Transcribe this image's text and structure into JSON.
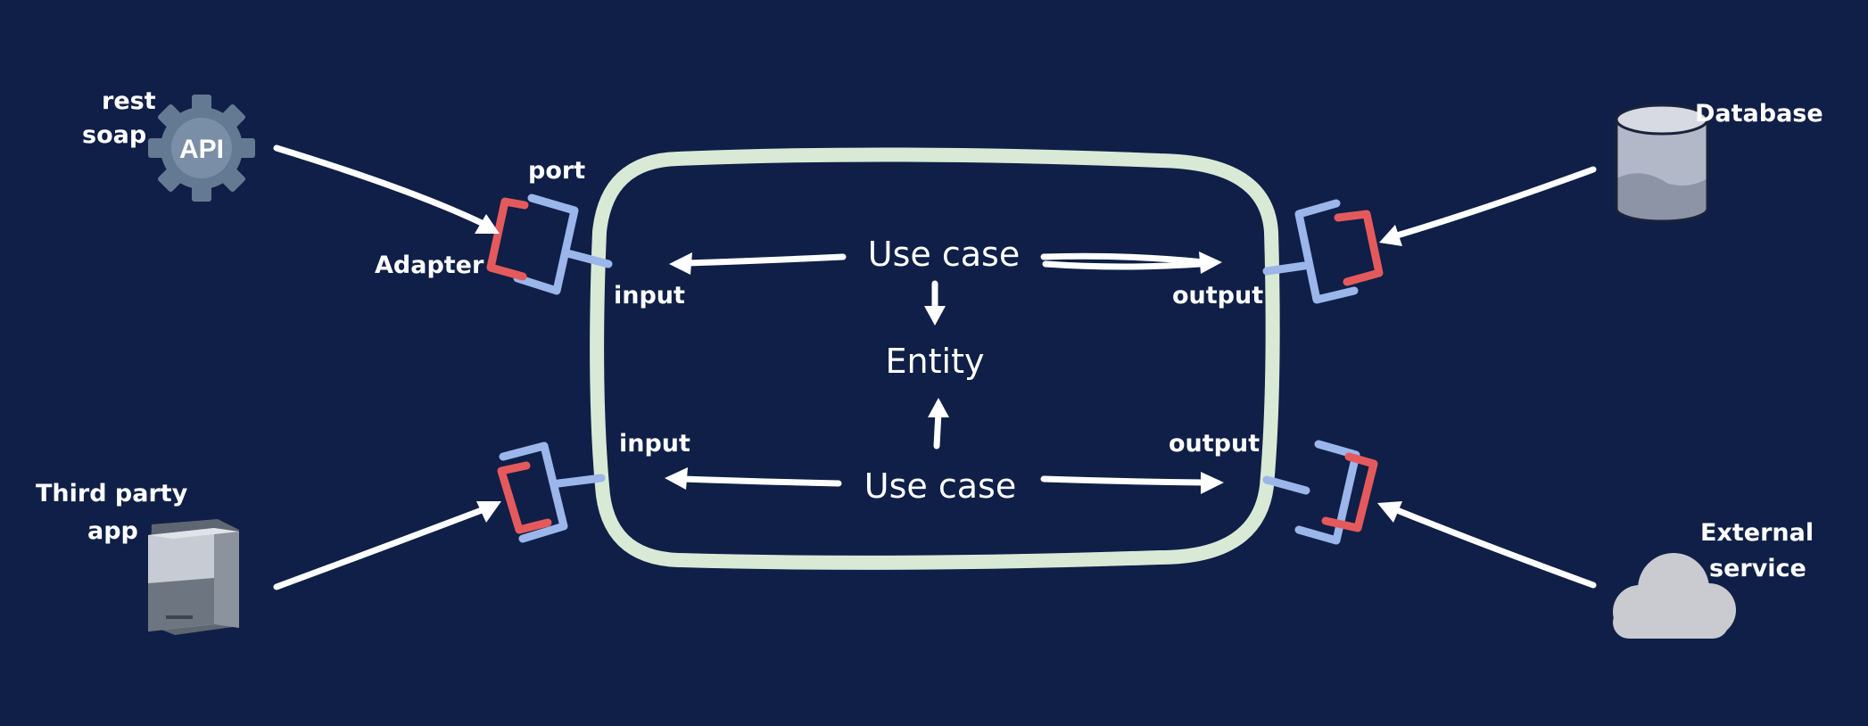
{
  "core": {
    "use_case_top": "Use case",
    "use_case_bottom": "Use case",
    "entity": "Entity"
  },
  "ports": {
    "port_label": "port",
    "adapter_label": "Adapter",
    "input_top": "input",
    "input_bottom": "input",
    "output_top": "output",
    "output_bottom": "output"
  },
  "actors": {
    "api": {
      "badge": "API",
      "line1": "rest",
      "line2": "soap",
      "icon": "gear-api-icon"
    },
    "third_party": {
      "line1": "Third party",
      "line2": "app",
      "icon": "server-icon"
    },
    "database": {
      "label": "Database",
      "icon": "database-icon"
    },
    "external": {
      "line1": "External",
      "line2": "service",
      "icon": "cloud-icon"
    }
  },
  "colors": {
    "background": "#0f1f47",
    "hexagon_border": "#d8ead6",
    "port": "#9bb6ea",
    "adapter": "#e45a5c",
    "text": "#ffffff"
  }
}
